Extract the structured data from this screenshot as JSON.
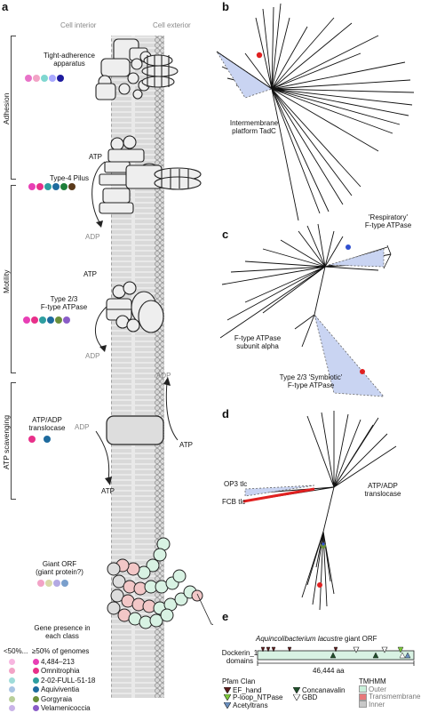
{
  "panel_letters": {
    "a": "a",
    "b": "b",
    "c": "c",
    "d": "d",
    "e": "e"
  },
  "membrane": {
    "interior": "Cell interior",
    "exterior": "Cell exterior"
  },
  "categories": {
    "adhesion": "Adhesion",
    "motility": "Motility",
    "atp": "ATP scavenging"
  },
  "machines": {
    "tight": {
      "label": "Tight-adherence\napparatus",
      "colors": [
        "#e872c8",
        "#f2a3c6",
        "#7fd7d0",
        "#a9a9ff",
        "#1e1b9e"
      ]
    },
    "pilus": {
      "label": "Type-4 Pilus",
      "colors": [
        "#e83fb5",
        "#e8308a",
        "#2e9ea0",
        "#1e6b9e",
        "#1f7f3a",
        "#5a3a1a"
      ]
    },
    "ftype": {
      "label": "Type 2/3\nF-type ATPase",
      "colors": [
        "#e83fb5",
        "#e8308a",
        "#2e9ea0",
        "#1e6b9e",
        "#6b8f3a",
        "#8a5cc7"
      ]
    },
    "translocase": {
      "label": "ATP/ADP\ntranslocase",
      "colors": [
        "#e8308a",
        "#1e6b9e"
      ]
    },
    "giant": {
      "label": "Giant ORF\n(giant protein?)",
      "colors": [
        "#f2a3c6",
        "#d9d9a8",
        "#b3a9e3",
        "#7a9fcc"
      ]
    }
  },
  "atp_labels": {
    "atp": "ATP",
    "adp": "ADP"
  },
  "gene_presence": {
    "title": "Gene presence in\neach class",
    "low_header": "<50%...",
    "high_header": "≥50% of genomes",
    "classes": [
      {
        "name": "4,484–213",
        "low": "#f7b6e0",
        "high": "#e83fb5"
      },
      {
        "name": "Omnitrophia",
        "low": "#f2a3c6",
        "high": "#e8308a"
      },
      {
        "name": "2-02-FULL-51-18",
        "low": "#9fdcd9",
        "high": "#2e9ea0"
      },
      {
        "name": "Aquiviventia",
        "low": "#a9c4e3",
        "high": "#1e6b9e"
      },
      {
        "name": "Gorgyraia",
        "low": "#b9cf9a",
        "high": "#6b8f3a"
      },
      {
        "name": "Velamenicoccia",
        "low": "#c9b3e8",
        "high": "#8a5cc7"
      }
    ]
  },
  "tree_b": {
    "label": "Intermembrane\nplatform TadC"
  },
  "tree_c": {
    "label_resp": "'Respiratory'\nF-type ATPase",
    "label_alpha": "F-type ATPase\nsubunit alpha",
    "label_symb": "Type 2/3 'Symbiotic'\nF-type ATPase"
  },
  "tree_d": {
    "label_op3": "OP3 tlc",
    "label_fcb": "FCB tlc",
    "label_trans": "ATP/ADP\ntranslocase"
  },
  "panel_e": {
    "title_italic": "Aquincolibacterium lacustre",
    "title_rest": " giant ORF",
    "domains_label": "Dockerin_1\ndomains",
    "length": "46,444 aa",
    "pfam_title": "Pfam Clan",
    "pfam": [
      {
        "name": "EF_hand",
        "color": "#5a1a1a"
      },
      {
        "name": "P-loop_NTPase",
        "color": "#7cc93a"
      },
      {
        "name": "Acetyltrans",
        "color": "#6a8fbf"
      },
      {
        "name": "Concanavalin",
        "color": "#1f4f2a"
      },
      {
        "name": "GBD",
        "color": "#ffffff"
      }
    ],
    "tmhmm_title": "TMHMM",
    "tmhmm": [
      {
        "name": "Outer",
        "color": "#c9f0da"
      },
      {
        "name": "Transmembrane",
        "color": "#e8787a"
      },
      {
        "name": "Inner",
        "color": "#c8c8c8"
      }
    ]
  }
}
